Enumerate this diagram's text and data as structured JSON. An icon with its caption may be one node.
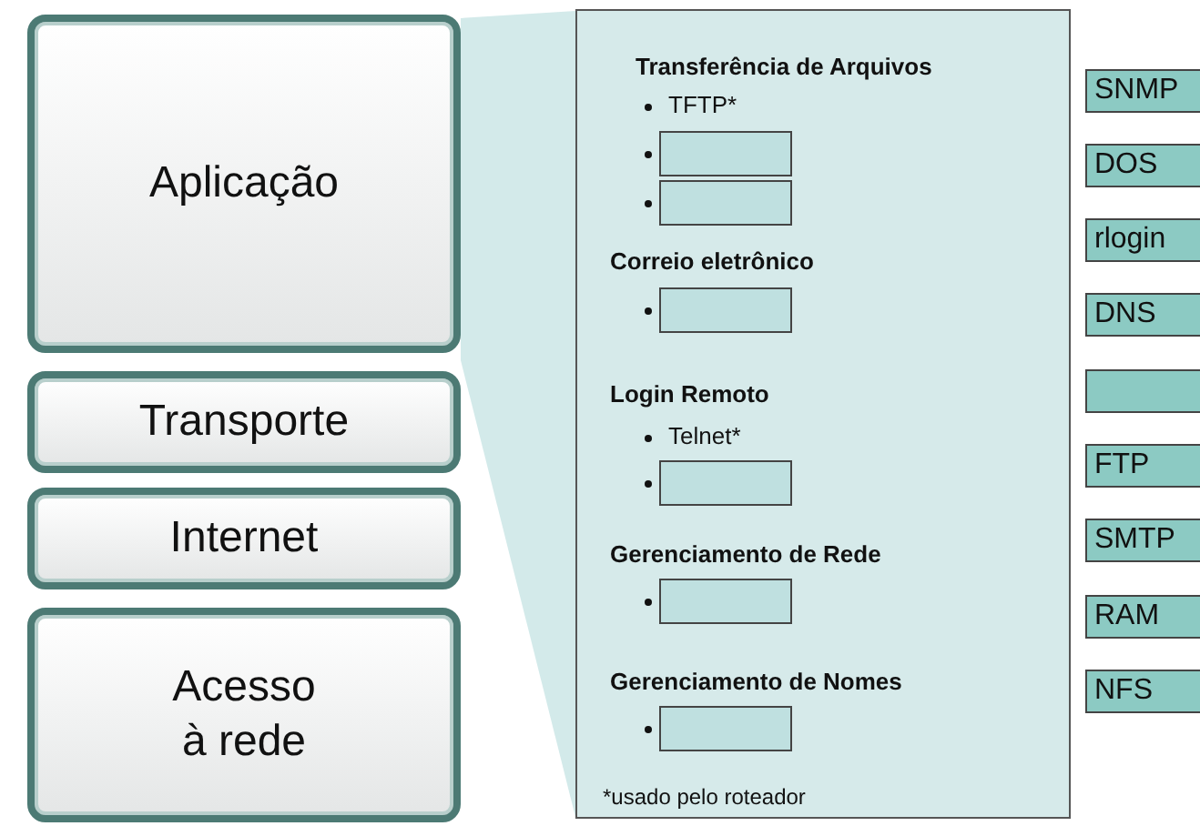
{
  "diagram": {
    "nodes": [
      {
        "text": [
          "Aplicação"
        ]
      },
      {
        "text": [
          "Transporte"
        ]
      },
      {
        "text": [
          "Internet"
        ]
      },
      {
        "text": [
          "Acesso à rede"
        ]
      },
      {
        "text": [
          "Transferência de Arquivos",
          "TFTP*",
          "Correio eletrônico",
          "Login Remoto",
          "Telnet*",
          "Gerenciamento de Rede",
          "Gerenciamento de Nomes",
          "*usado pelo roteador"
        ]
      },
      {
        "text": [],
        "shape": "box",
        "in": 4
      },
      {
        "text": [],
        "shape": "box",
        "in": 4
      },
      {
        "text": [],
        "shape": "box",
        "in": 4
      },
      {
        "text": [],
        "shape": "box",
        "in": 4
      },
      {
        "text": [],
        "shape": "box",
        "in": 4
      },
      {
        "text": [],
        "shape": "box",
        "in": 4
      },
      {
        "text": [
          "SNMP"
        ]
      },
      {
        "text": [
          "DOS"
        ]
      },
      {
        "text": [
          "rlogin"
        ]
      },
      {
        "text": [
          "DNS"
        ]
      },
      {
        "text": [],
        "shape": "box"
      },
      {
        "text": [
          "FTP"
        ]
      },
      {
        "text": [
          "SMTP"
        ]
      },
      {
        "text": [
          "RAM"
        ]
      },
      {
        "text": [
          "NFS"
        ]
      },
      {
        "text": [],
        "shape": "band"
      }
    ],
    "edges": []
  }
}
